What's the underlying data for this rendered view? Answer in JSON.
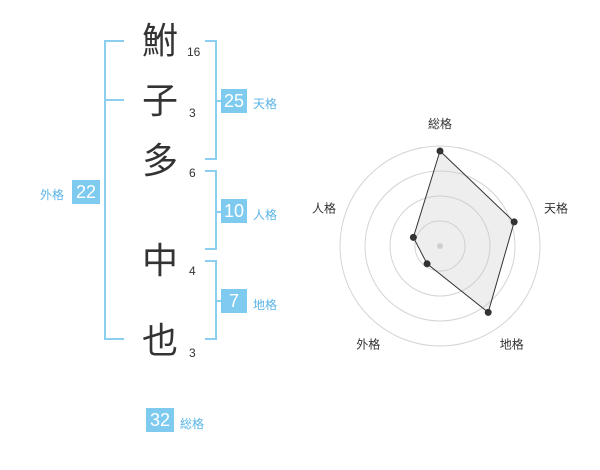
{
  "name": {
    "chars": [
      {
        "char": "鮒",
        "strokes": "16"
      },
      {
        "char": "子",
        "strokes": "3"
      },
      {
        "char": "多",
        "strokes": "6"
      },
      {
        "char": "中",
        "strokes": "4"
      },
      {
        "char": "也",
        "strokes": "3"
      }
    ]
  },
  "kaku": {
    "tenkaku": {
      "value": "25",
      "label": "天格"
    },
    "jinkaku": {
      "value": "10",
      "label": "人格"
    },
    "chikaku": {
      "value": "7",
      "label": "地格"
    },
    "gaikaku": {
      "value": "22",
      "label": "外格"
    },
    "soukaku": {
      "value": "32",
      "label": "総格"
    }
  },
  "colors": {
    "accent": "#7fcbf0",
    "bracket": "#8ccdf2",
    "label": "#5ab4e6"
  },
  "chart_data": {
    "type": "radar",
    "axes": [
      "総格",
      "天格",
      "地格",
      "外格",
      "人格"
    ],
    "values": [
      0.95,
      0.78,
      0.82,
      0.22,
      0.28
    ],
    "rings": 4,
    "grid": true
  }
}
